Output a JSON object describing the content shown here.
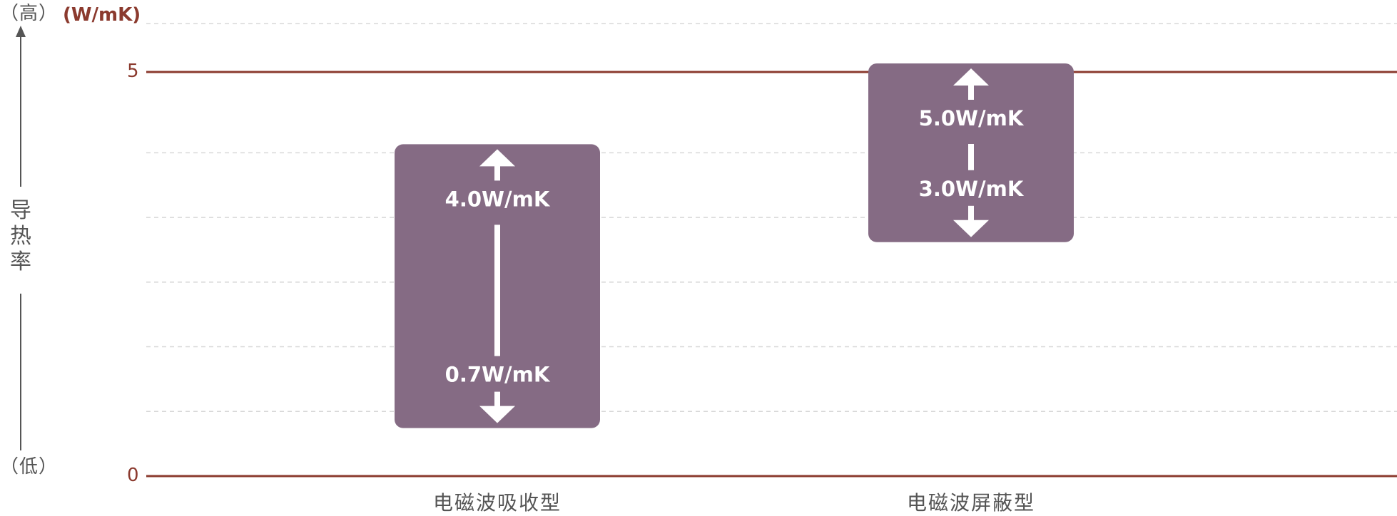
{
  "chart_data": {
    "type": "range-bar",
    "ylabel": "导热率",
    "y_high_label": "（高）",
    "y_low_label": "（低）",
    "unit": "(W/mK)",
    "ylim": [
      0,
      5.7
    ],
    "yticks": [
      "0",
      "5"
    ],
    "reference_lines": [
      0,
      5
    ],
    "grid": true,
    "categories": [
      "电磁波吸收型",
      "电磁波屏蔽型"
    ],
    "ranges": [
      {
        "low": 0.7,
        "high": 4.0,
        "low_label": "0.7W/mK",
        "high_label": "4.0W/mK"
      },
      {
        "low": 3.0,
        "high": 5.0,
        "low_label": "3.0W/mK",
        "high_label": "5.0W/mK"
      }
    ]
  },
  "colors": {
    "bar": "#856b84",
    "axis_line": "#8b3a2e",
    "grid": "#d8d8d8",
    "label": "#555555"
  }
}
